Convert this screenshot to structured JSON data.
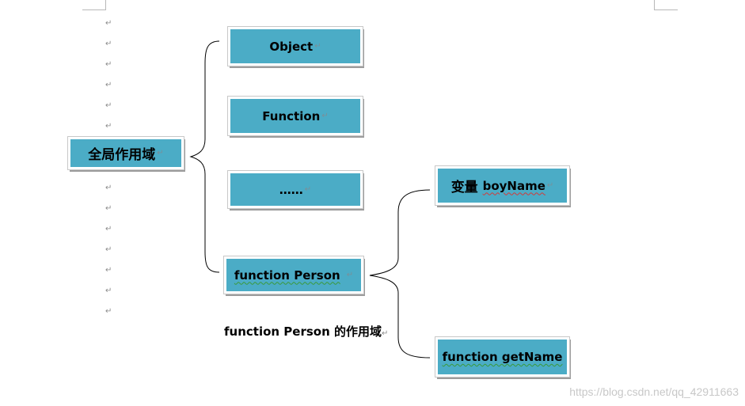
{
  "diagram": {
    "root": {
      "label": "全局作用域"
    },
    "global_children": [
      {
        "label": "Object"
      },
      {
        "label": "Function"
      },
      {
        "label": "……"
      },
      {
        "label": "function Person"
      }
    ],
    "person_children": [
      {
        "prefix": "变量 ",
        "label": "boyName"
      },
      {
        "label": "function getName"
      }
    ],
    "caption": "function Person 的作用域"
  },
  "editor": {
    "paragraph_mark": "↵"
  },
  "watermark": "https://blog.csdn.net/qq_42911663",
  "colors": {
    "box_fill": "#4bacc6",
    "connector": "#000000"
  }
}
